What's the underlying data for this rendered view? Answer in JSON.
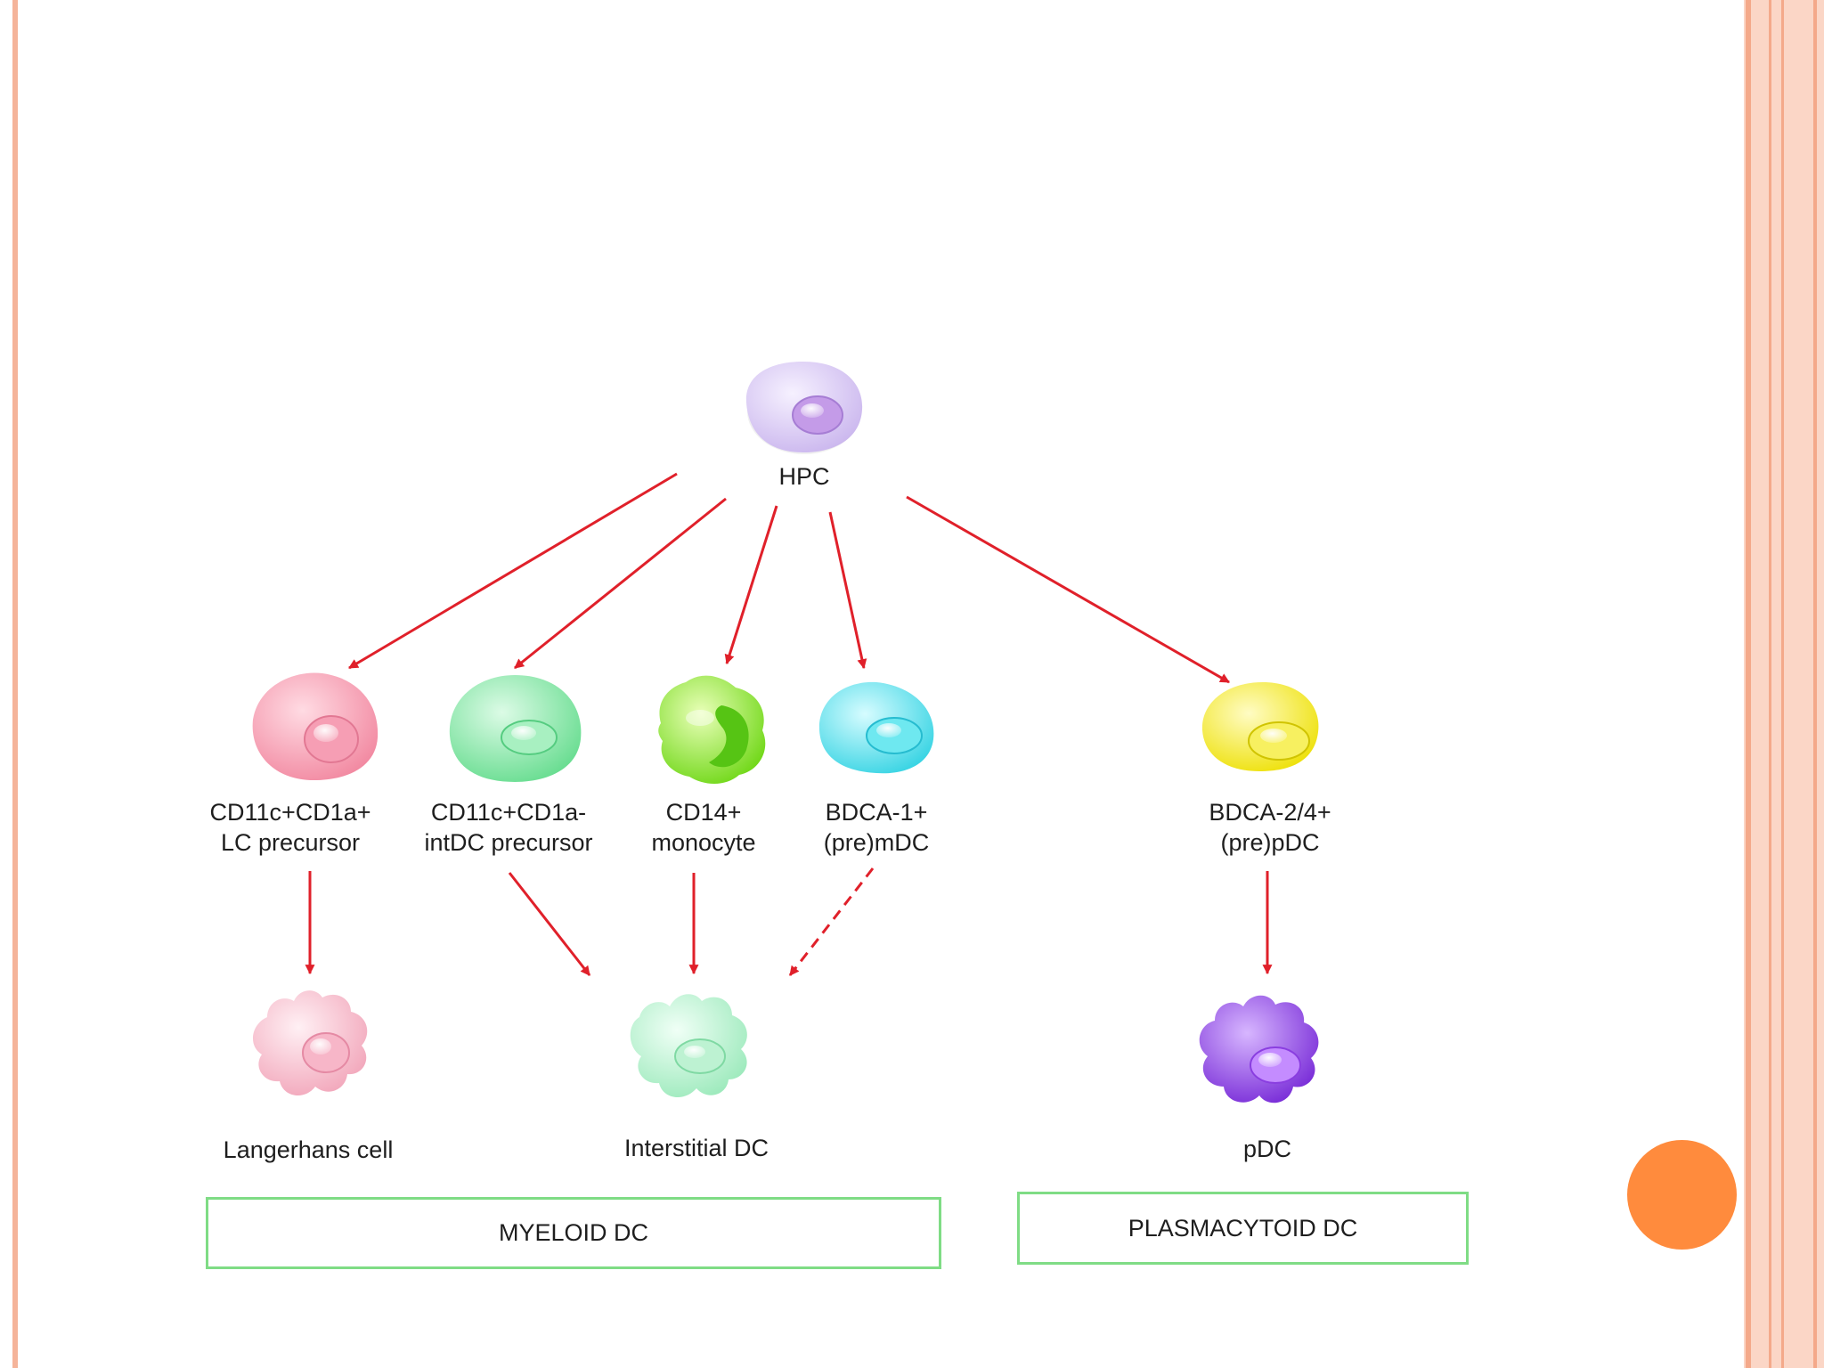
{
  "nodes": {
    "hpc": {
      "label": "HPC",
      "color": "#d8c9f2"
    },
    "lc_precursor": {
      "line1": "CD11c+CD1a+",
      "line2": "LC precursor",
      "color": "#f4a1b4"
    },
    "intdc_precursor": {
      "line1": "CD11c+CD1a-",
      "line2": "intDC precursor",
      "color": "#8ee8a8"
    },
    "monocyte": {
      "line1": "CD14+",
      "line2": "monocyte",
      "color": "#8ee82a"
    },
    "pre_mdc": {
      "line1": "BDCA-1+",
      "line2": "(pre)mDC",
      "color": "#55dfe8"
    },
    "pre_pdc": {
      "line1": "BDCA-2/4+",
      "line2": "(pre)pDC",
      "color": "#f5ef2a"
    },
    "langerhans": {
      "label": "Langerhans cell",
      "color": "#f8c2d0"
    },
    "interstitial_dc": {
      "label": "Interstitial DC",
      "color": "#b4f0cc"
    },
    "pdc": {
      "label": "pDC",
      "color": "#9248e6"
    }
  },
  "groups": {
    "myeloid": "MYELOID DC",
    "plasmacytoid": "PLASMACYTOID DC"
  },
  "colors": {
    "arrow": "#e0202a",
    "group_border": "#7fdc85",
    "accent_dot": "#ff8b3d"
  }
}
